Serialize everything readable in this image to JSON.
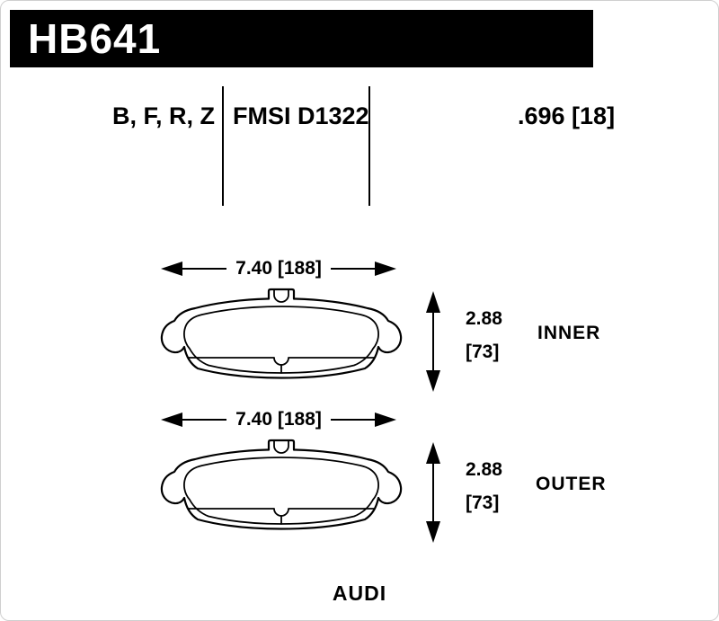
{
  "header": {
    "part_number": "HB641"
  },
  "spec_row": {
    "compounds": "B, F, R, Z",
    "fmsi": "FMSI D1322",
    "pad_thickness": ".696 [18]"
  },
  "pads": [
    {
      "width_dim": "7.40 [188]",
      "thickness_in": "2.88",
      "thickness_mm": "[73]",
      "position_label": "INNER"
    },
    {
      "width_dim": "7.40 [188]",
      "thickness_in": "2.88",
      "thickness_mm": "[73]",
      "position_label": "OUTER"
    }
  ],
  "footer": {
    "make": "AUDI"
  },
  "colors": {
    "header_bg": "#000000",
    "header_fg": "#ffffff",
    "line": "#000000",
    "background": "#ffffff"
  }
}
